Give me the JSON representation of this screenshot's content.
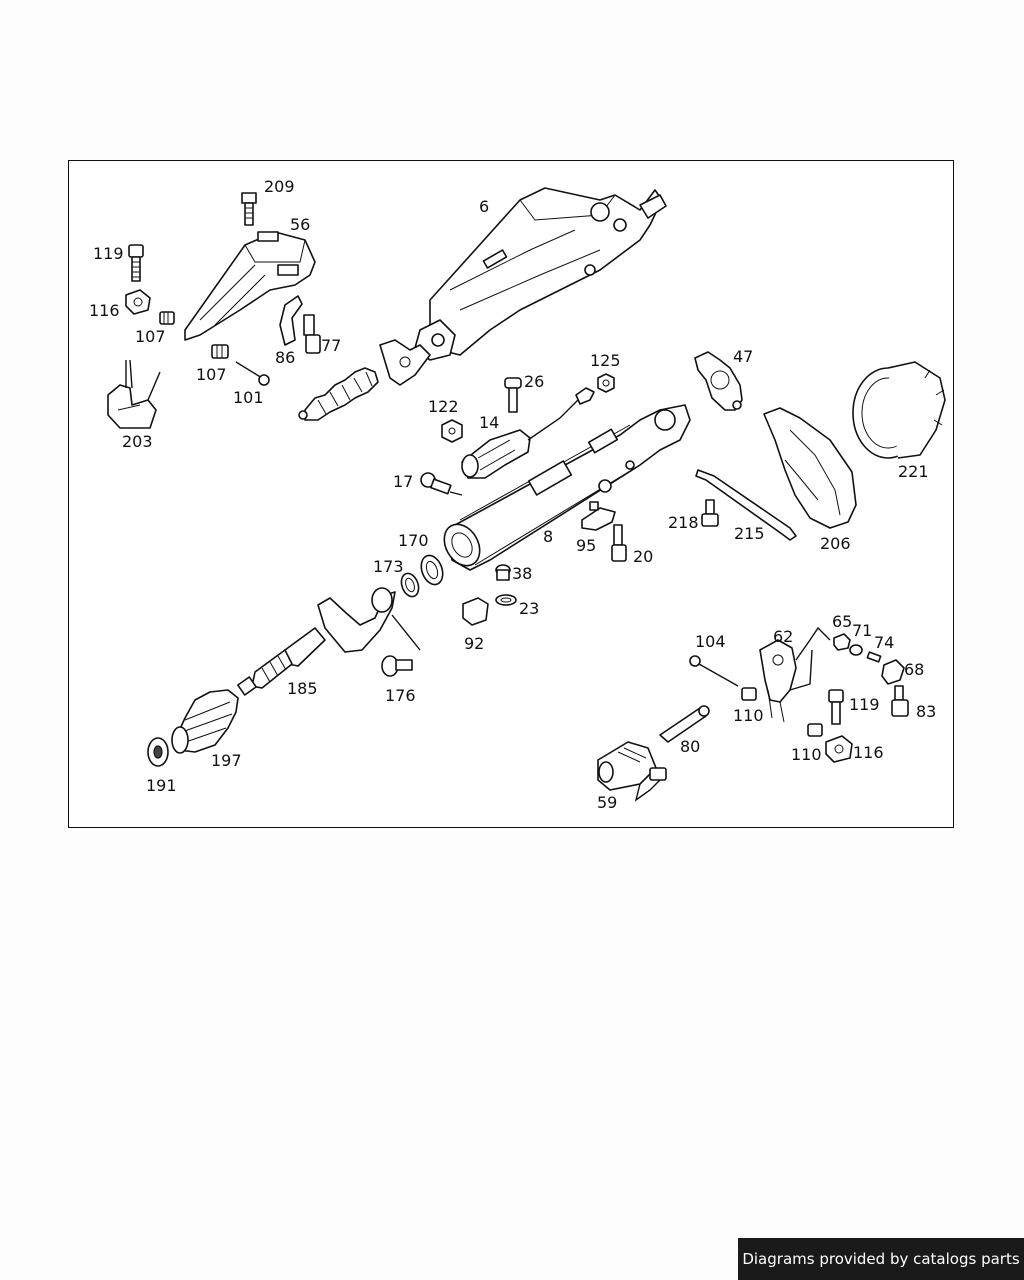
{
  "labels": {
    "p6": "6",
    "p209": "209",
    "p56": "56",
    "p119a": "119",
    "p116a": "116",
    "p107a": "107",
    "p107b": "107",
    "p101": "101",
    "p86": "86",
    "p77": "77",
    "p203": "203",
    "p125": "125",
    "p26": "26",
    "p122": "122",
    "p14": "14",
    "p47": "47",
    "p17": "17",
    "p8": "8",
    "p95": "95",
    "p20": "20",
    "p218": "218",
    "p215": "215",
    "p206": "206",
    "p221": "221",
    "p170": "170",
    "p173": "173",
    "p38": "38",
    "p23": "23",
    "p92": "92",
    "p176": "176",
    "p185": "185",
    "p197": "197",
    "p191": "191",
    "p104": "104",
    "p62": "62",
    "p65": "65",
    "p71": "71",
    "p74": "74",
    "p68": "68",
    "p110a": "110",
    "p110b": "110",
    "p119b": "119",
    "p83": "83",
    "p116b": "116",
    "p80": "80",
    "p59": "59"
  },
  "footer": {
    "text": "Diagrams provided by catalogs parts"
  }
}
